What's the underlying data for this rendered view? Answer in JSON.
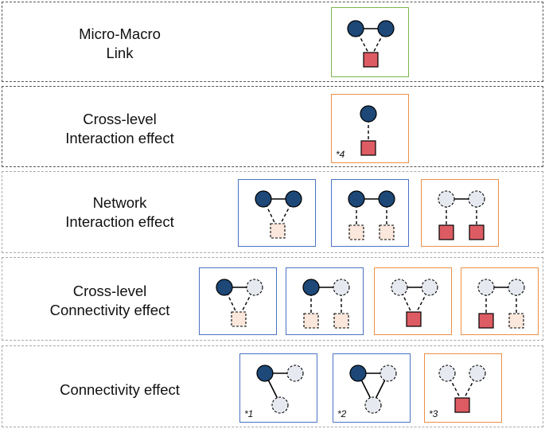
{
  "colors": {
    "green_frame": "#7cb552",
    "orange_frame": "#ee8f45",
    "blue_frame": "#4a72c4",
    "dark_node": "#1d4877",
    "light_node": "#e6eaf0",
    "red_node": "#dd5c63",
    "pale_node": "#fbe7db"
  },
  "rows": [
    {
      "label_line1": "Micro-Macro",
      "label_line2": "Link"
    },
    {
      "label_line1": "Cross-level",
      "label_line2": "Interaction effect"
    },
    {
      "label_line1": "Network",
      "label_line2": "Interaction effect"
    },
    {
      "label_line1": "Cross-level",
      "label_line2": "Connectivity effect"
    },
    {
      "label_line1": "Connectivity effect",
      "label_line2": ""
    }
  ],
  "footnotes": [
    "*4",
    "*1",
    "*2",
    "*3"
  ]
}
